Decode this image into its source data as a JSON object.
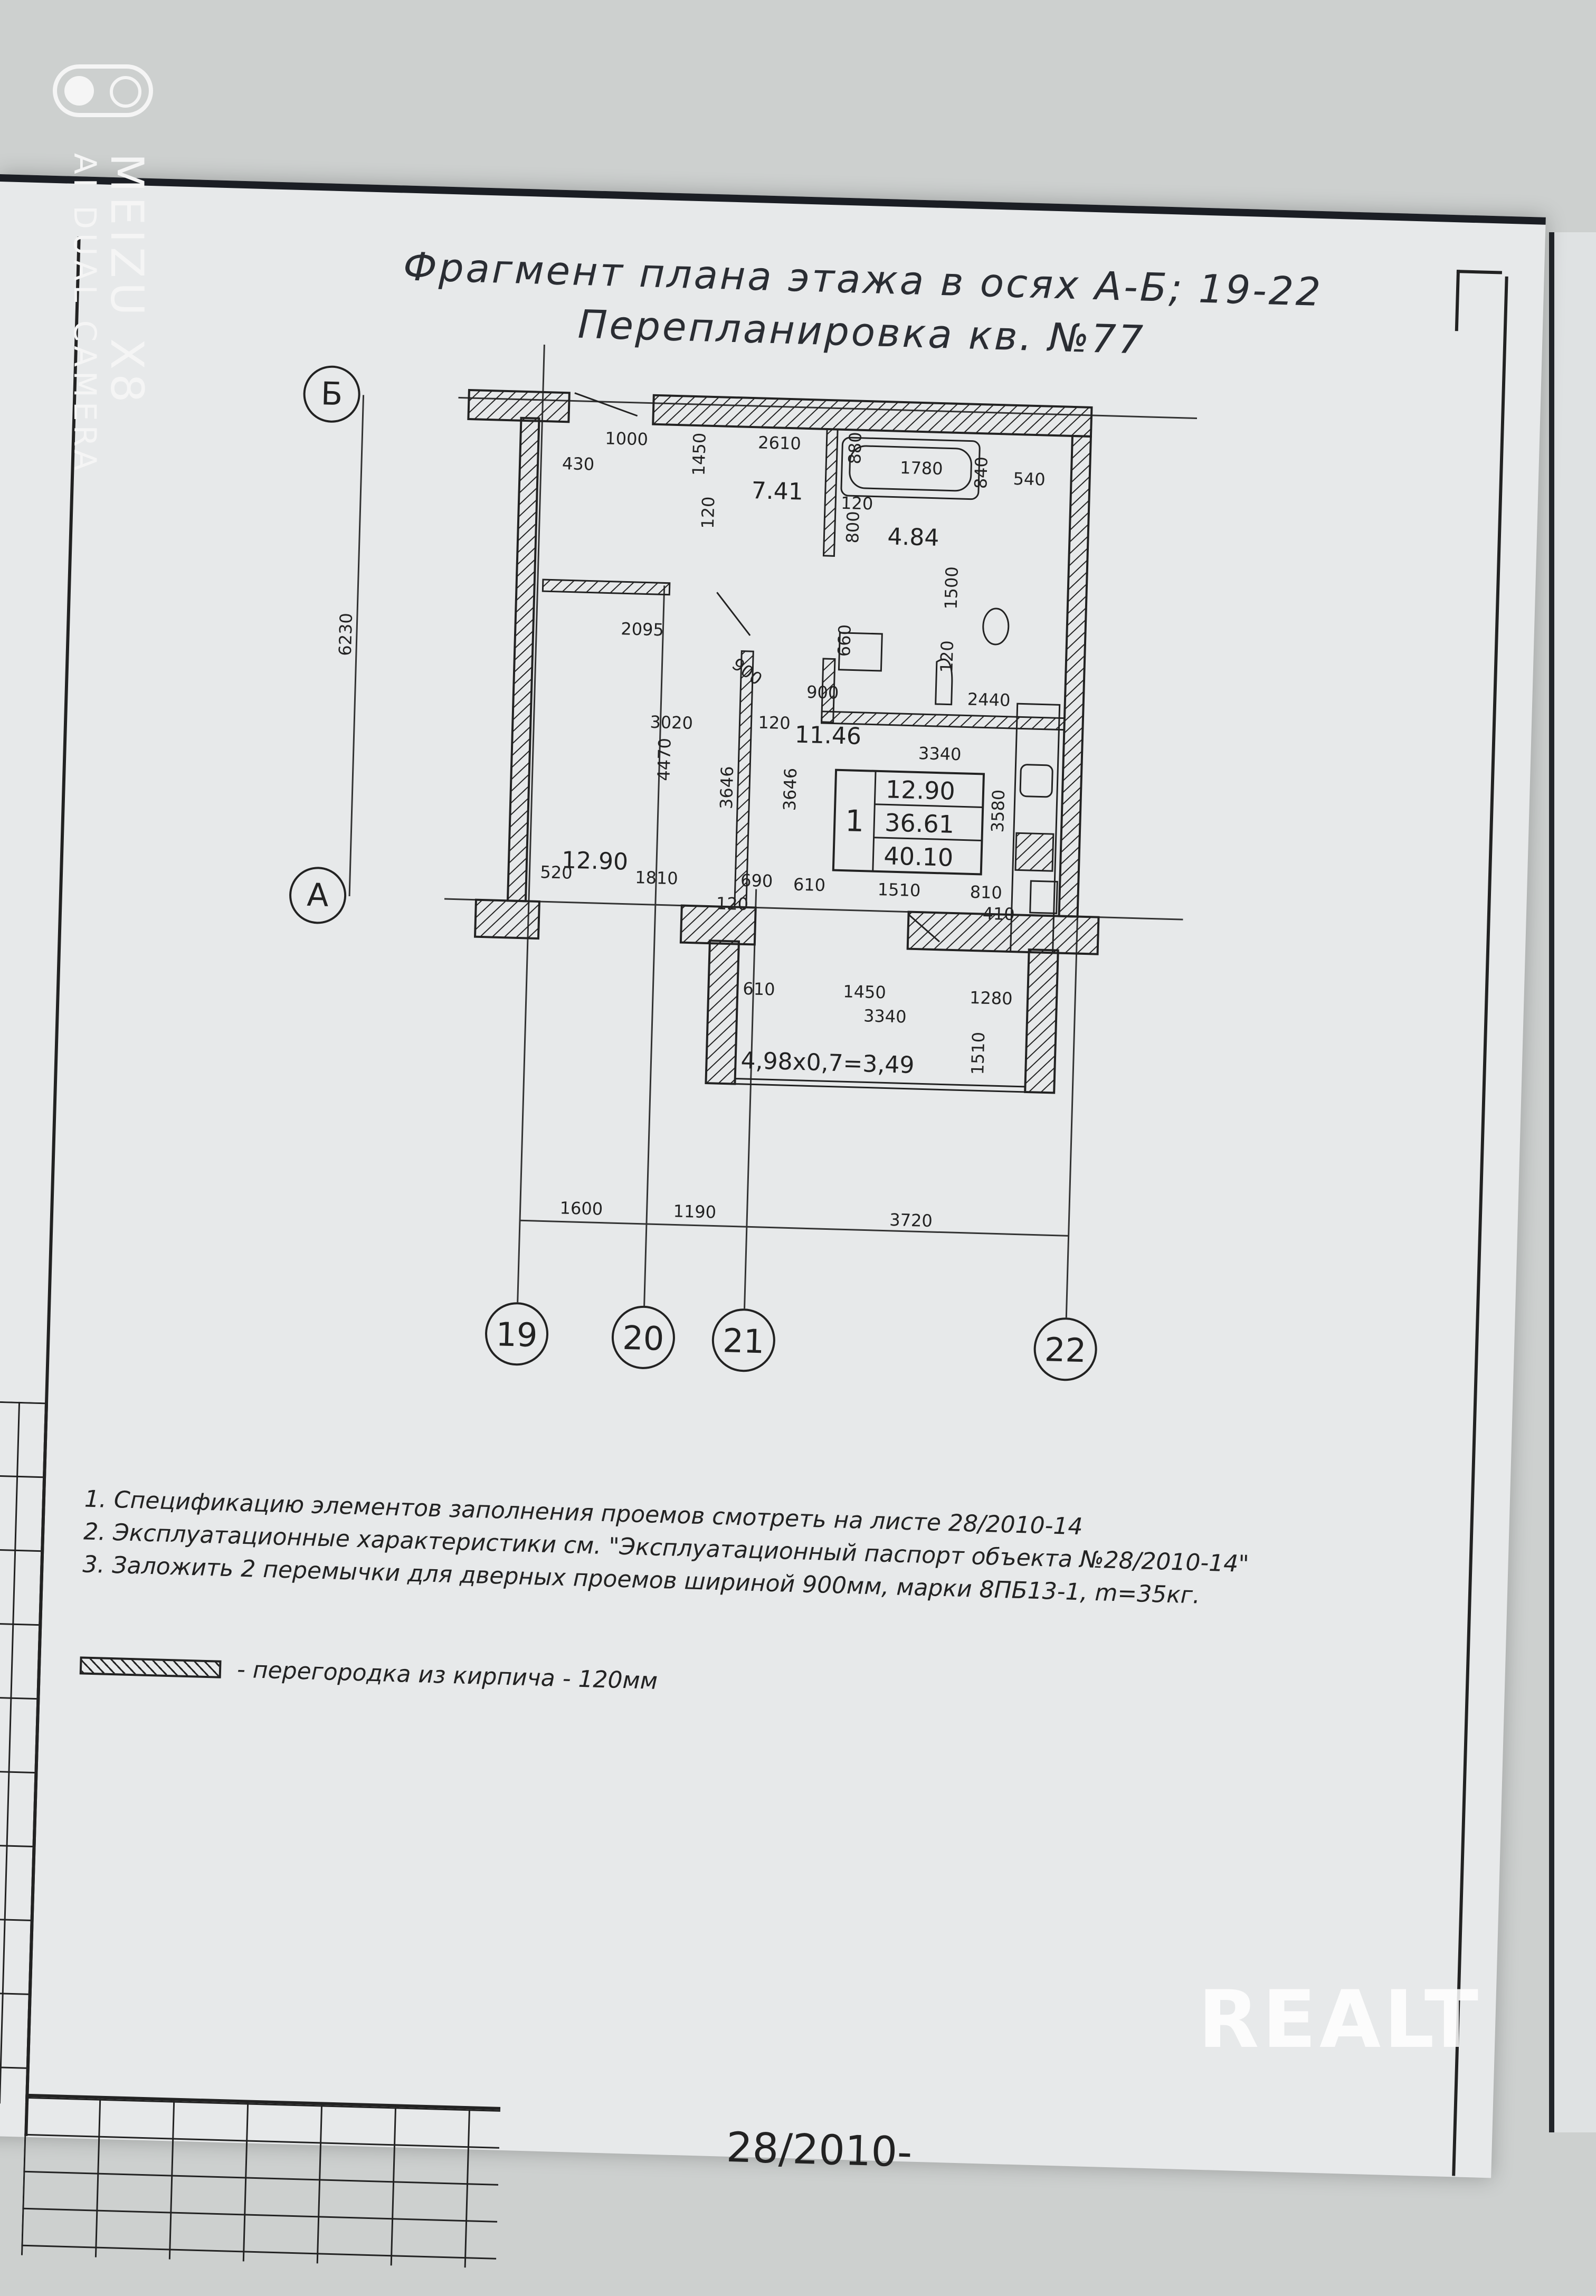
{
  "title": {
    "line1": "Фрагмент плана этажа в осях А-Б; 19-22",
    "line2": "Перепланировка кв. №77"
  },
  "plan": {
    "row_axes": [
      "Б",
      "А"
    ],
    "column_axes": [
      "19",
      "20",
      "21",
      "22"
    ],
    "rooms": {
      "room_a": "7.41",
      "room_b": "4.84",
      "room_c": "11.46",
      "room_d": "12.90"
    },
    "summary": {
      "room_count": "1",
      "living_area": "12.90",
      "total_area": "36.61",
      "area_with_balcony": "40.10"
    },
    "balcony_formula": "4,98х0,7=3,49",
    "dimensions": {
      "d_1000": "1000",
      "d_430": "430",
      "d_2610": "2610",
      "d_880": "880",
      "d_1450": "1450",
      "d_120a": "120",
      "d_1780": "1780",
      "d_840": "840",
      "d_540": "540",
      "d_120b": "120",
      "d_800": "800",
      "d_1500": "1500",
      "d_660": "660",
      "d_120c": "120",
      "d_2095": "2095",
      "d_900a": "900",
      "d_900b": "900",
      "d_2440": "2440",
      "d_6230": "6230",
      "d_3020": "3020",
      "d_4470": "4470",
      "d_120d": "120",
      "d_3646a": "3646",
      "d_3646b": "3646",
      "d_3340a": "3340",
      "d_3580": "3580",
      "d_520": "520",
      "d_1810": "1810",
      "d_690": "690",
      "d_610a": "610",
      "d_1510a": "1510",
      "d_810": "810",
      "d_120e": "120",
      "d_410": "410",
      "d_610b": "610",
      "d_1450b": "1450",
      "d_1280": "1280",
      "d_3340b": "3340",
      "d_1510b": "1510",
      "d_1600": "1600",
      "d_1190": "1190",
      "d_3720": "3720"
    }
  },
  "notes": [
    "1. Спецификацию элементов заполнения проемов смотреть на листе 28/2010-14",
    "2. Эксплуатационные характеристики см. \"Эксплуатационный паспорт объекта №28/2010-14\"",
    "3. Заложить 2 перемычки для дверных проемов шириной 900мм, марки 8ПБ13-1, m=35кг."
  ],
  "legend": {
    "text": "- перегородка из кирпича - 120мм"
  },
  "document_code": "28/2010-",
  "watermarks": {
    "camera_brand": "MEIZU X8",
    "camera_sub": "AI DUAL CAMERA",
    "logo": "REALT"
  }
}
